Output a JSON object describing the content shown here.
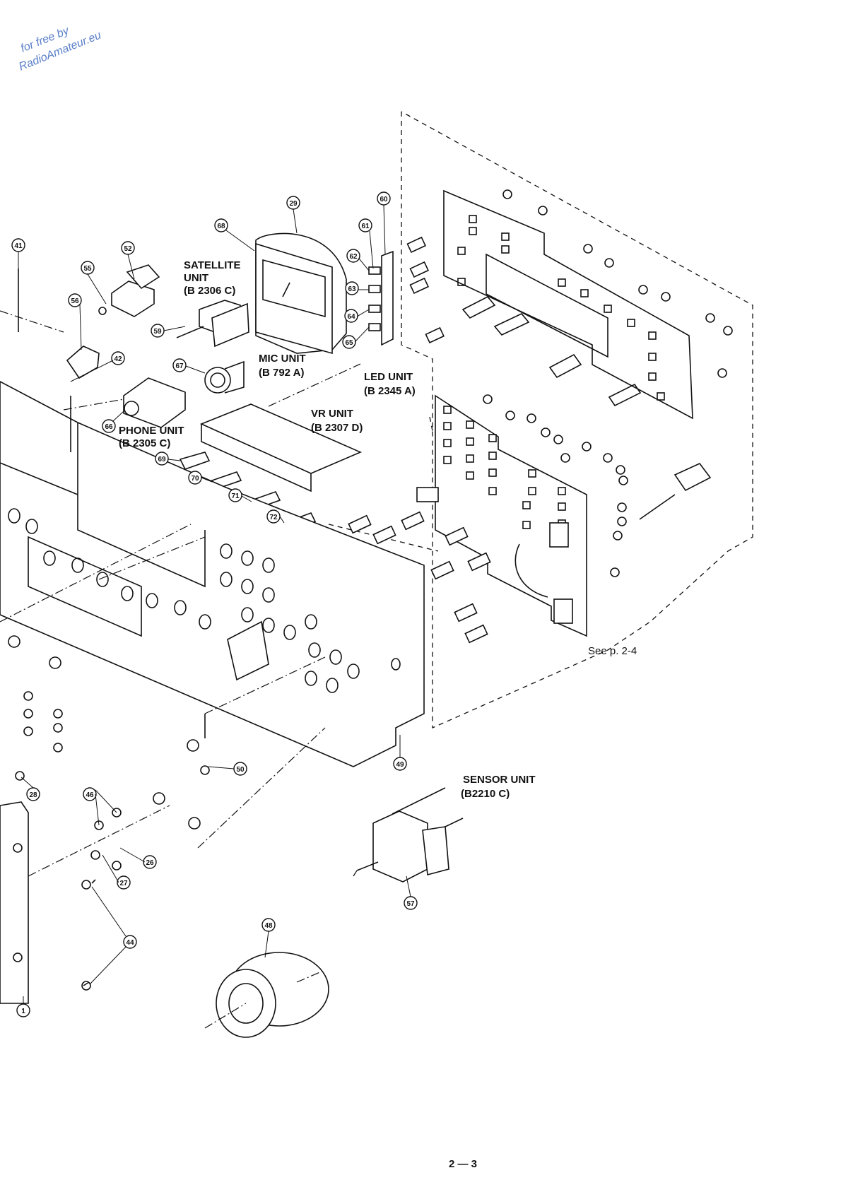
{
  "watermark": {
    "line1": "for free by",
    "line2": "RadioAmateur.eu",
    "color": "#5a7fc8"
  },
  "units": {
    "satellite": {
      "line1": "SATELLITE",
      "line2": "UNIT",
      "line3": "(B  2306  C)"
    },
    "mic": {
      "line1": "MIC UNIT",
      "line2": "(B  792  A)"
    },
    "led": {
      "line1": "LED UNIT",
      "line2": "(B  2345  A)"
    },
    "vr": {
      "line1": "VR UNIT",
      "line2": "(B  2307  D)"
    },
    "phone": {
      "line1": "PHONE UNIT",
      "line2": "(B  2305  C)"
    },
    "sensor": {
      "line1": "SENSOR UNIT",
      "line2": "(B2210  C)"
    }
  },
  "see_page_note": "See p. 2-4",
  "callouts": [
    "41",
    "52",
    "55",
    "56",
    "42",
    "29",
    "68",
    "60",
    "61",
    "62",
    "63",
    "64",
    "65",
    "59",
    "67",
    "66",
    "69",
    "70",
    "71",
    "72",
    "50",
    "49",
    "46",
    "28",
    "26",
    "27",
    "44",
    "48",
    "1",
    "57"
  ],
  "page_number": "2 — 3"
}
